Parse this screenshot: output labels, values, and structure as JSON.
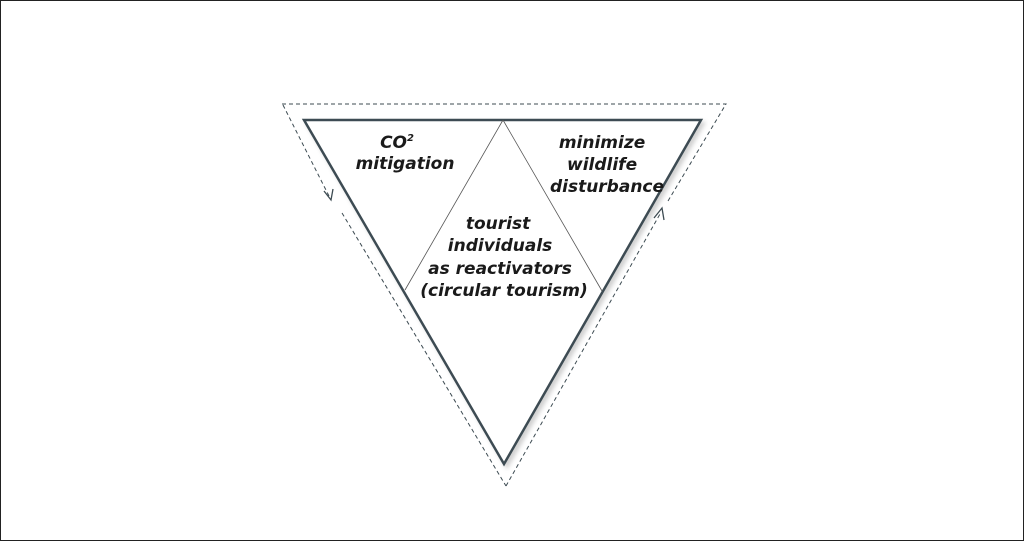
{
  "diagram": {
    "left_section": {
      "line1": "CO",
      "superscript": "2",
      "line2": "mitigation"
    },
    "right_section": {
      "line1": "minimize",
      "line2": "wildlife",
      "line3": "disturbance"
    },
    "center_section": {
      "line1": "tourist",
      "line2": "individuals",
      "line3": "as reactivators",
      "line4": "(circular tourism)"
    },
    "colors": {
      "outline": "#3d4b52",
      "dashed": "#3d4b52"
    }
  }
}
